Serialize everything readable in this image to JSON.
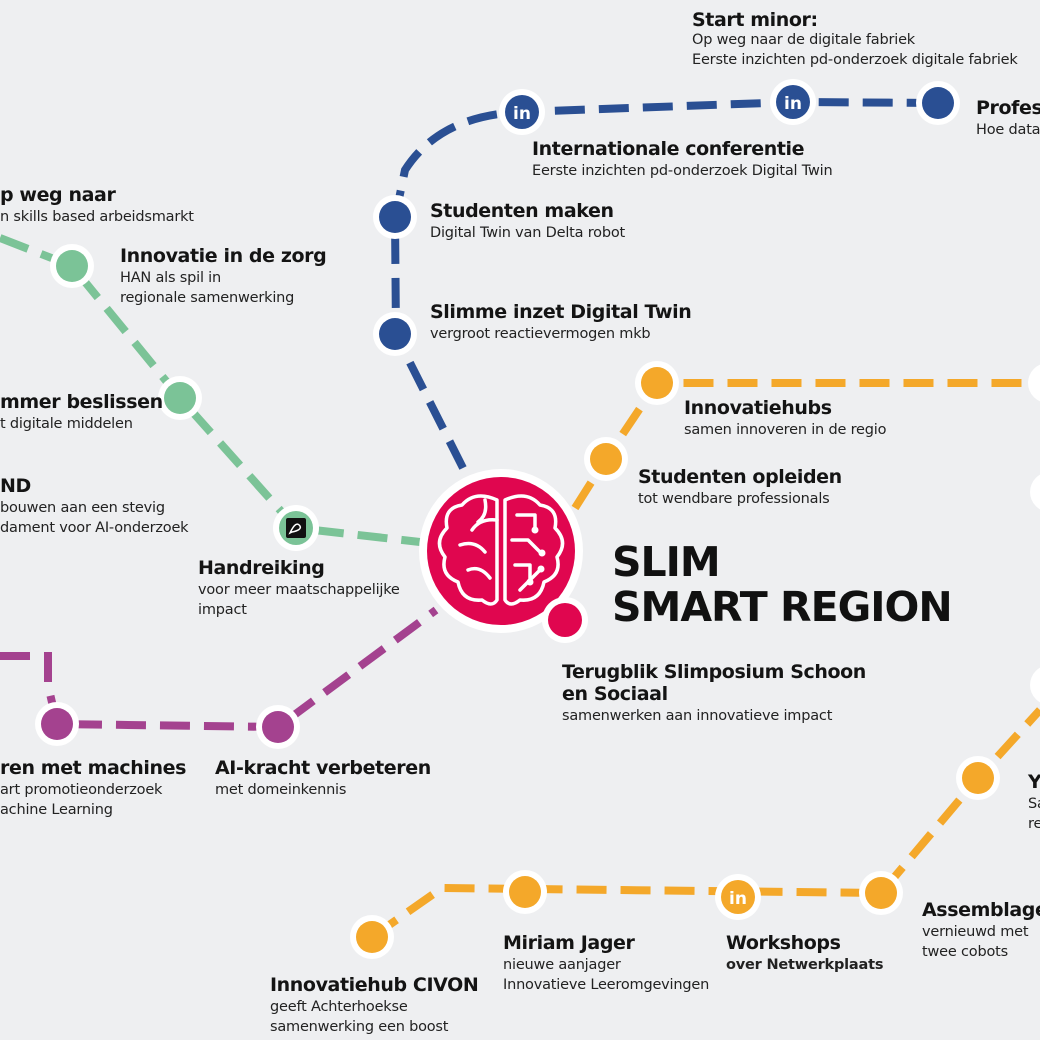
{
  "hub": {
    "title_line1": "SLIM",
    "title_line2": "SMART REGION",
    "icon": "brain-circuit-icon"
  },
  "colors": {
    "background": "#eeeff1",
    "blue": "#2a4f93",
    "green": "#7bc397",
    "yellow": "#f4a82a",
    "purple": "#a4428f",
    "hub": "#e0064f"
  },
  "stations": {
    "start_minor": {
      "title": "Start minor:",
      "line1": "Op weg naar de digitale fabriek",
      "line2": "Eerste inzichten pd-onderzoek digitale fabriek"
    },
    "profess": {
      "title": "Profess",
      "line1": "Hoe data"
    },
    "internationale": {
      "title": "Internationale conferentie",
      "line1": "Eerste inzichten pd-onderzoek Digital Twin",
      "icon": "linkedin-icon"
    },
    "studenten_maken": {
      "title": "Studenten maken",
      "line1": "Digital Twin van Delta robot"
    },
    "slimme_inzet": {
      "title": "Slimme inzet Digital Twin",
      "line1": "vergroot reactievermogen mkb"
    },
    "op_weg": {
      "title": "p weg naar",
      "line1": "n skills based arbeidsmarkt"
    },
    "innovatie_zorg": {
      "title": "Innovatie in de zorg",
      "line1": "HAN als spil in",
      "line2": "regionale samenwerking"
    },
    "slimmer": {
      "title": "mmer beslissen",
      "line1": "t digitale middelen"
    },
    "nd": {
      "title": "ND",
      "line1": "bouwen aan een stevig",
      "line2": "dament voor AI-onderzoek"
    },
    "handreiking": {
      "title": "Handreiking",
      "line1": "voor meer maatschappelijke",
      "line2": "impact",
      "icon": "pdf-icon"
    },
    "innovatiehubs": {
      "title": "Innovatiehubs",
      "line1": "samen innoveren in de regio"
    },
    "studenten_opleiden": {
      "title": "Studenten opleiden",
      "line1": "tot wendbare professionals"
    },
    "terugblik": {
      "title": "Terugblik Slimposium Schoon",
      "title2": "en Sociaal",
      "line1": "samenwerken aan innovatieve impact"
    },
    "machines": {
      "title": "ren met machines",
      "line1": "art promotieonderzoek",
      "line2": "achine Learning"
    },
    "ai_kracht": {
      "title": "AI-kracht verbeteren",
      "line1": "met domeinkennis"
    },
    "y_station": {
      "title": "Y",
      "line1": "Sa",
      "line2": "re"
    },
    "assemblage": {
      "title": "Assemblage-",
      "line1": "vernieuwd met",
      "line2": "twee cobots"
    },
    "miriam": {
      "title": "Miriam Jager",
      "line1": "nieuwe aanjager",
      "line2": "Innovatieve Leeromgevingen"
    },
    "workshops": {
      "title": "Workshops",
      "line1": "over Netwerkplaats",
      "icon": "linkedin-icon"
    },
    "civon": {
      "title": "Innovatiehub CIVON",
      "line1": "geeft Achterhoekse",
      "line2": "samenwerking een boost"
    }
  }
}
